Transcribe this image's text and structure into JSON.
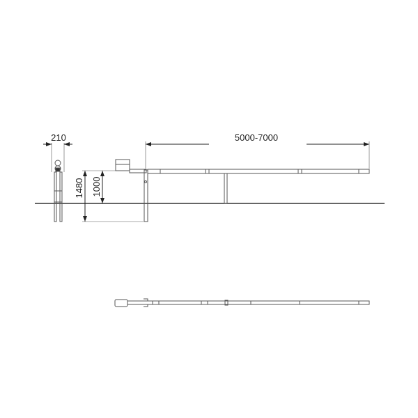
{
  "dimensions": {
    "width_side": "210",
    "length": "5000-7000",
    "total_height": "1480",
    "beam_height": "1000"
  },
  "colors": {
    "line": "#333333",
    "ground": "#444444"
  }
}
